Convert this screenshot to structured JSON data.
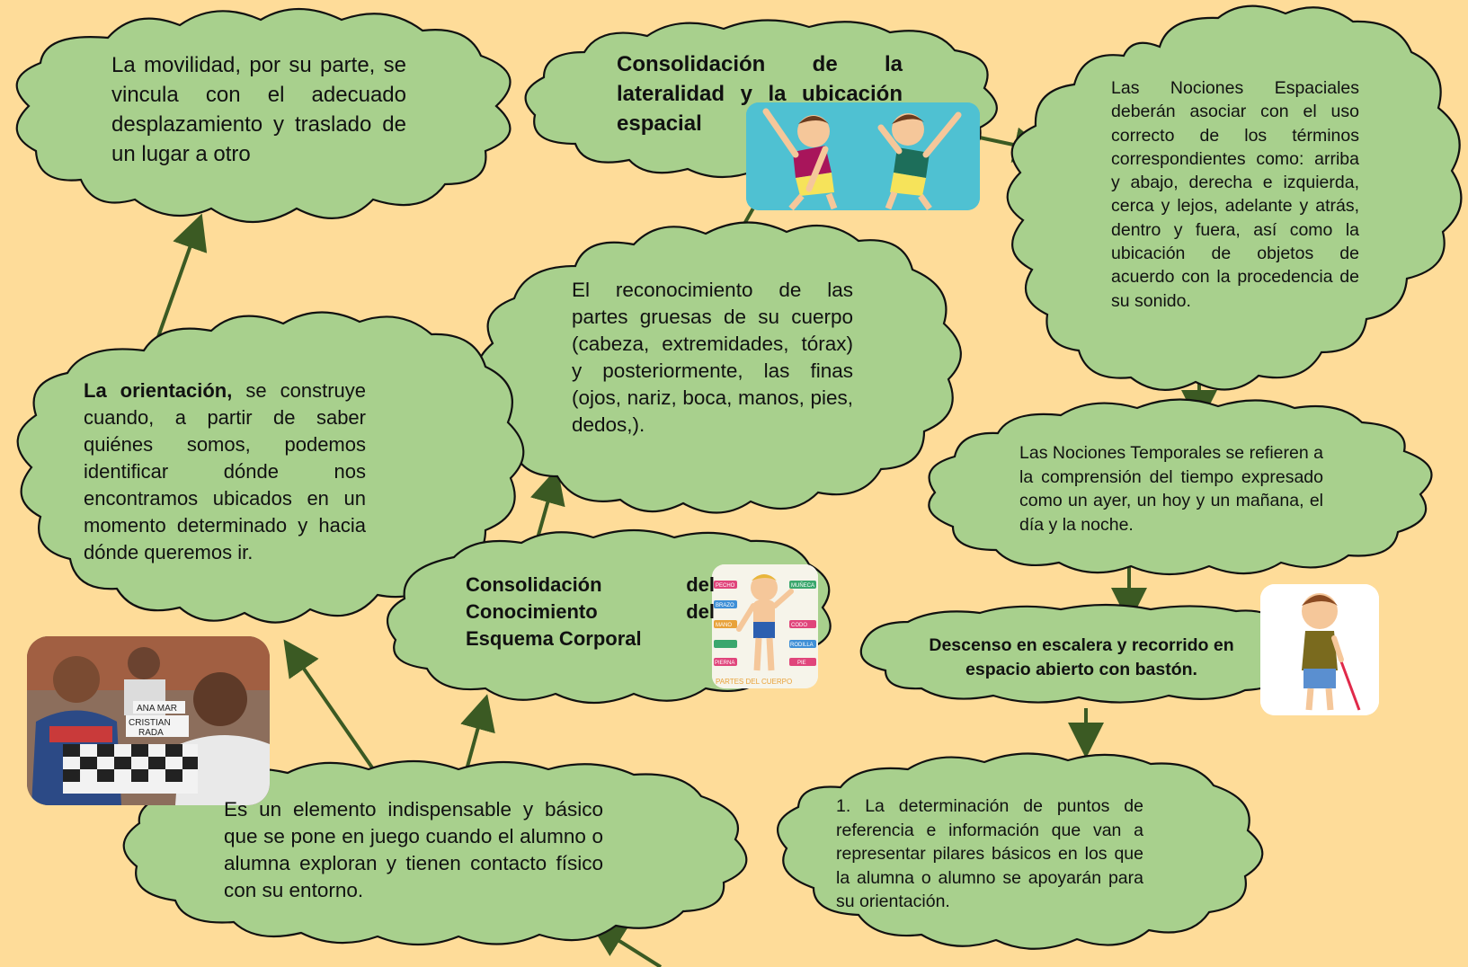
{
  "clouds": {
    "movilidad": "La movilidad, por su parte, se vincula con el adecuado desplazamiento y traslado de un lugar a otro",
    "lateralidad": "Consolidación de la lateralidad y la ubicación espacial",
    "nociones_espaciales": "Las Nociones Espaciales deberán asociar con el uso correcto de los términos correspondientes como: arriba y abajo, derecha e izquierda, cerca y lejos, adelante y atrás, dentro y fuera, así como la ubicación de objetos de acuerdo con la procedencia de su sonido.",
    "reconocimiento": "El reconocimiento de las partes gruesas de su cuerpo (cabeza, extremidades, tórax) y posteriormente, las finas (ojos, nariz, boca, manos, pies, dedos,).",
    "orientacion_bold": "La orientación,",
    "orientacion_rest": " se construye cuando, a partir de saber quiénes somos, podemos identificar dónde nos encontramos ubicados en un momento determinado y hacia dónde queremos ir.",
    "nociones_temporales": "Las Nociones Temporales se refieren a la comprensión del tiempo expresado como un ayer, un hoy y un mañana, el día y la noche.",
    "esquema_corporal": "Consolidación del Conocimiento del Esquema Corporal",
    "descenso": "Descenso en escalera y recorrido en espacio abierto con bastón.",
    "elemento": "Es un elemento indispensable y básico que se pone en juego cuando el alumno o alumna exploran y tienen contacto físico con su entorno.",
    "determinacion": "1. La determinación de puntos de referencia e información que van a representar pilares básicos en los que la alumna o alumno se apoyarán para su orientación."
  },
  "body_chart": {
    "labels": [
      "PECHO",
      "MUÑECA",
      "BRAZO",
      "MANO",
      "CODO",
      "RODILLA",
      "PIERNA",
      "PIE"
    ],
    "caption": "PARTES DEL CUERPO"
  },
  "chess_photo": {
    "sign_1": "ANA MAR",
    "sign_2": "CRISTIAN",
    "sign_3": "RADA"
  },
  "colors": {
    "background": "#fedc99",
    "cloud_fill": "#a8d08d",
    "arrow": "#3b5a23"
  }
}
